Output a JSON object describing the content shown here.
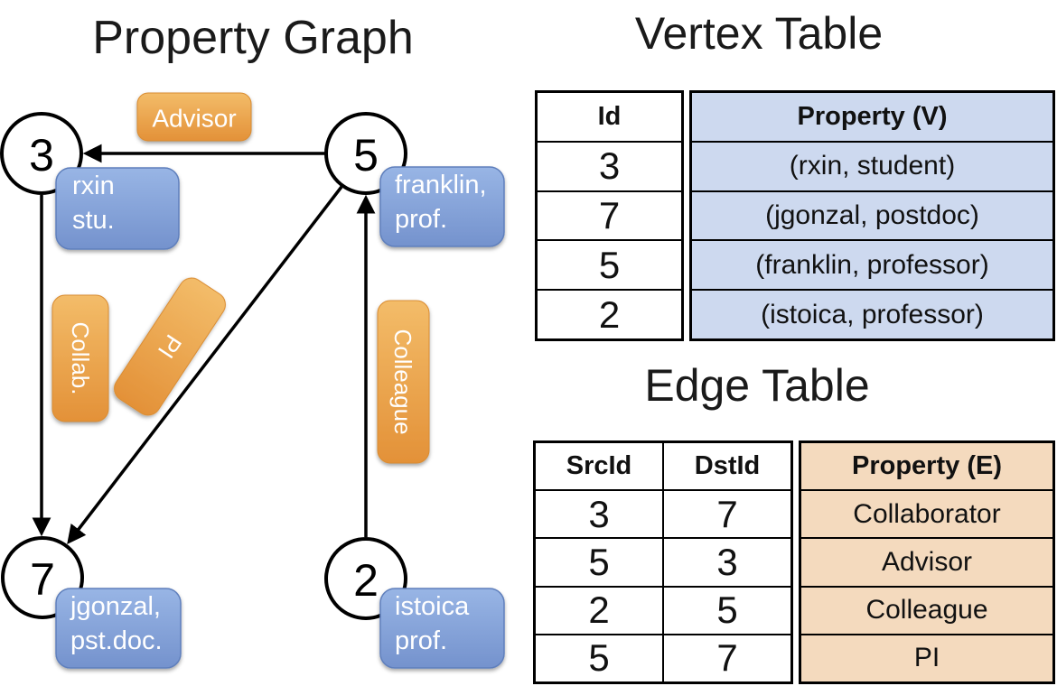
{
  "graph": {
    "title": "Property Graph",
    "nodes": [
      {
        "id": "3"
      },
      {
        "id": "5"
      },
      {
        "id": "7"
      },
      {
        "id": "2"
      }
    ],
    "vertex_cards": [
      {
        "lines": [
          "rxin",
          "stu."
        ]
      },
      {
        "lines": [
          "franklin,",
          "prof."
        ]
      },
      {
        "lines": [
          "jgonzal,",
          "pst.doc."
        ]
      },
      {
        "lines": [
          "istoica",
          "prof."
        ]
      }
    ],
    "edge_labels": {
      "advisor": "Advisor",
      "collab": "Collab.",
      "pi": "PI",
      "colleague": "Colleague"
    }
  },
  "vertex_table": {
    "title": "Vertex Table",
    "headers": {
      "id": "Id",
      "property": "Property (V)"
    },
    "rows": [
      {
        "id": "3",
        "property": "(rxin, student)"
      },
      {
        "id": "7",
        "property": "(jgonzal, postdoc)"
      },
      {
        "id": "5",
        "property": "(franklin, professor)"
      },
      {
        "id": "2",
        "property": "(istoica, professor)"
      }
    ]
  },
  "edge_table": {
    "title": "Edge Table",
    "headers": {
      "src": "SrcId",
      "dst": "DstId",
      "property": "Property (E)"
    },
    "rows": [
      {
        "src": "3",
        "dst": "7",
        "property": "Collaborator"
      },
      {
        "src": "5",
        "dst": "3",
        "property": "Advisor"
      },
      {
        "src": "2",
        "dst": "5",
        "property": "Colleague"
      },
      {
        "src": "5",
        "dst": "7",
        "property": "PI"
      }
    ]
  },
  "colors": {
    "node_fill": "#ffffff",
    "line_stroke": "#000000",
    "edge_label_orange_top": "#f2b964",
    "edge_label_orange_bottom": "#e39138",
    "vertex_label_blue_top": "#96b4e4",
    "vertex_label_blue_bottom": "#7795cf",
    "vertex_property_fill": "#cdd9ef",
    "edge_property_fill": "#f4dabe"
  }
}
